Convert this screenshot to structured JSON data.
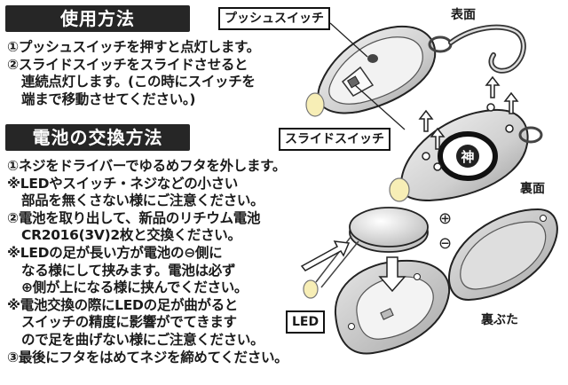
{
  "usage": {
    "title": "使用方法",
    "lines": [
      "①プッシュスイッチを押すと点灯します。",
      "②スライドスイッチをスライドさせると",
      "連続点灯します。(この時にスイッチを",
      "端まで移動させてください。)"
    ]
  },
  "battery": {
    "title": "電池の交換方法",
    "lines": [
      "①ネジをドライバーでゆるめフタを外します。",
      "※LEDやスイッチ・ネジなどの小さい",
      "部品を無くさない様にご注意ください。",
      "②電池を取り出して、新品のリチウム電池",
      "CR2016(3V)2枚と交換ください。",
      "※LEDの足が長い方が電池の⊖側に",
      "なる様にして挟みます。電池は必ず",
      "⊕側が上になる様に挟んでください。",
      "※電池交換の際にLEDの足が曲がると",
      "スイッチの精度に影響がでてきます",
      "ので足を曲げない様にご注意ください。",
      "③最後にフタをはめてネジを締めてください。"
    ]
  },
  "labels": {
    "push_switch": "プッシュスイッチ",
    "slide_switch": "スライドスイッチ",
    "front": "表面",
    "back": "裏面",
    "back_lid": "裏ぶた",
    "led": "LED",
    "plus": "⊕",
    "minus": "⊖"
  }
}
